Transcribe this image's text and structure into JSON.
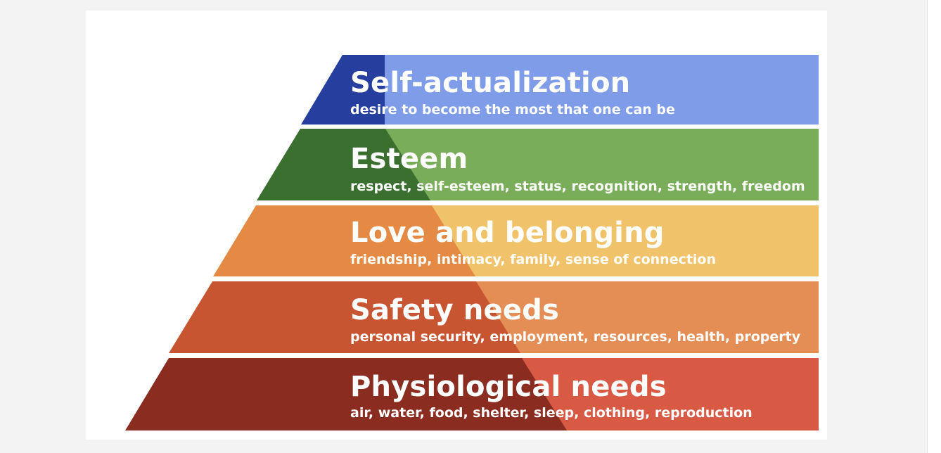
{
  "colors": {
    "background": "#f3f3f3",
    "card": "#ffffff"
  },
  "levels": [
    {
      "title": "Self-actualization",
      "description": "desire to become the most that one can be",
      "light": "#7f9ce8",
      "dark": "#263f9f"
    },
    {
      "title": "Esteem",
      "description": "respect, self-esteem, status, recognition, strength, freedom",
      "light": "#79ad5a",
      "dark": "#3a6f2f"
    },
    {
      "title": "Love and belonging",
      "description": "friendship, intimacy, family, sense of connection",
      "light": "#f0c36a",
      "dark": "#e58a44"
    },
    {
      "title": "Safety needs",
      "description": "personal security, employment, resources, health, property",
      "light": "#e48d55",
      "dark": "#c85532"
    },
    {
      "title": "Physiological needs",
      "description": "air, water, food, shelter, sleep, clothing, reproduction",
      "light": "#d85a45",
      "dark": "#8a2c20"
    }
  ]
}
